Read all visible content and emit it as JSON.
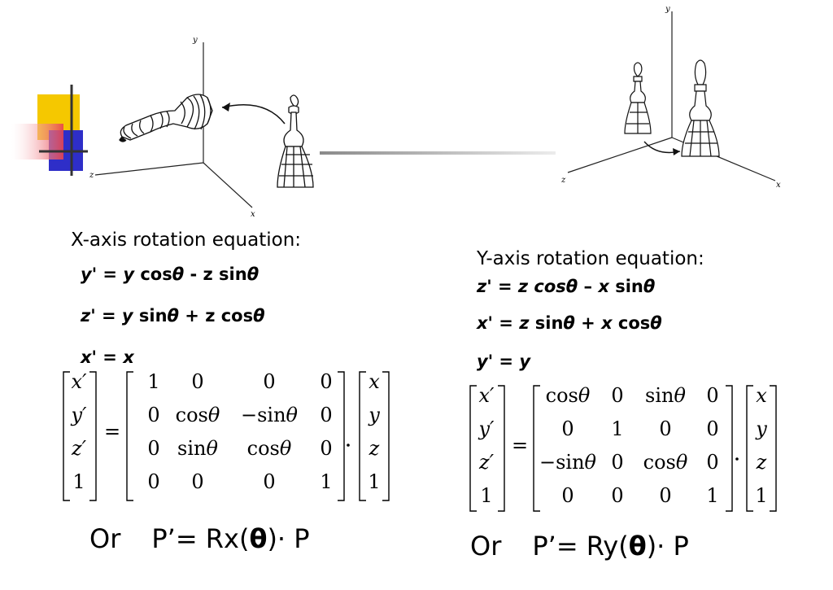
{
  "decoration": {
    "colors": {
      "yellow": "#f5c800",
      "blue": "#2e2ec8",
      "red": "#e8434e",
      "line": "#333333"
    }
  },
  "figures": {
    "left": {
      "axes": {
        "x": "x",
        "y": "y",
        "z": "z"
      }
    },
    "right": {
      "axes": {
        "x": "x",
        "y": "y",
        "z": "z"
      }
    }
  },
  "x_rotation": {
    "heading": "X-axis rotation equation:",
    "equations": [
      {
        "lhs": "y'",
        "parts": [
          {
            "t": " = "
          },
          {
            "t": "y",
            "i": true
          },
          {
            "t": " cos"
          },
          {
            "t": "θ",
            "i": true
          },
          {
            "t": " - z sin"
          },
          {
            "t": "θ",
            "i": true
          }
        ]
      },
      {
        "lhs": "z'",
        "parts": [
          {
            "t": " = "
          },
          {
            "t": "y",
            "i": true
          },
          {
            "t": " sin"
          },
          {
            "t": "θ",
            "i": true
          },
          {
            "t": " + z cos"
          },
          {
            "t": "θ",
            "i": true
          }
        ]
      },
      {
        "lhs": "x'",
        "parts": [
          {
            "t": " = "
          },
          {
            "t": "x",
            "i": true
          }
        ]
      }
    ],
    "matrix": {
      "lhs": [
        "x′",
        "y′",
        "z′",
        "1"
      ],
      "rows": [
        [
          "1",
          "0",
          "0",
          "0"
        ],
        [
          "0",
          "cosθ",
          "−sinθ",
          "0"
        ],
        [
          "0",
          "sinθ",
          "cosθ",
          "0"
        ],
        [
          "0",
          "0",
          "0",
          "1"
        ]
      ],
      "rhs": [
        "x",
        "y",
        "z",
        "1"
      ]
    },
    "formula": {
      "or": "Or",
      "prefix": "P’= Rx(",
      "theta": "θ",
      "suffix": ")· P"
    }
  },
  "y_rotation": {
    "heading": "Y-axis rotation equation:",
    "equations": [
      {
        "lhs": "z'",
        "parts": [
          {
            "t": " = "
          },
          {
            "t": "z cos",
            "i": true
          },
          {
            "t": "θ",
            "i": true
          },
          {
            "t": " – "
          },
          {
            "t": "x",
            "i": true
          },
          {
            "t": " sin"
          },
          {
            "t": "θ",
            "i": true
          }
        ]
      },
      {
        "lhs": "x'",
        "parts": [
          {
            "t": " = "
          },
          {
            "t": "z",
            "i": true
          },
          {
            "t": " sin"
          },
          {
            "t": "θ",
            "i": true
          },
          {
            "t": " + "
          },
          {
            "t": "x",
            "i": true
          },
          {
            "t": " cos"
          },
          {
            "t": "θ",
            "i": true
          }
        ]
      },
      {
        "lhs": "y'",
        "parts": [
          {
            "t": " = "
          },
          {
            "t": "y",
            "i": true
          }
        ]
      }
    ],
    "matrix": {
      "lhs": [
        "x′",
        "y′",
        "z′",
        "1"
      ],
      "rows": [
        [
          "cosθ",
          "0",
          "sinθ",
          "0"
        ],
        [
          "0",
          "1",
          "0",
          "0"
        ],
        [
          "−sinθ",
          "0",
          "cosθ",
          "0"
        ],
        [
          "0",
          "0",
          "0",
          "1"
        ]
      ],
      "rhs": [
        "x",
        "y",
        "z",
        "1"
      ]
    },
    "formula": {
      "or": "Or",
      "prefix": "P’= Ry(",
      "theta": "θ",
      "suffix": ")· P"
    }
  }
}
